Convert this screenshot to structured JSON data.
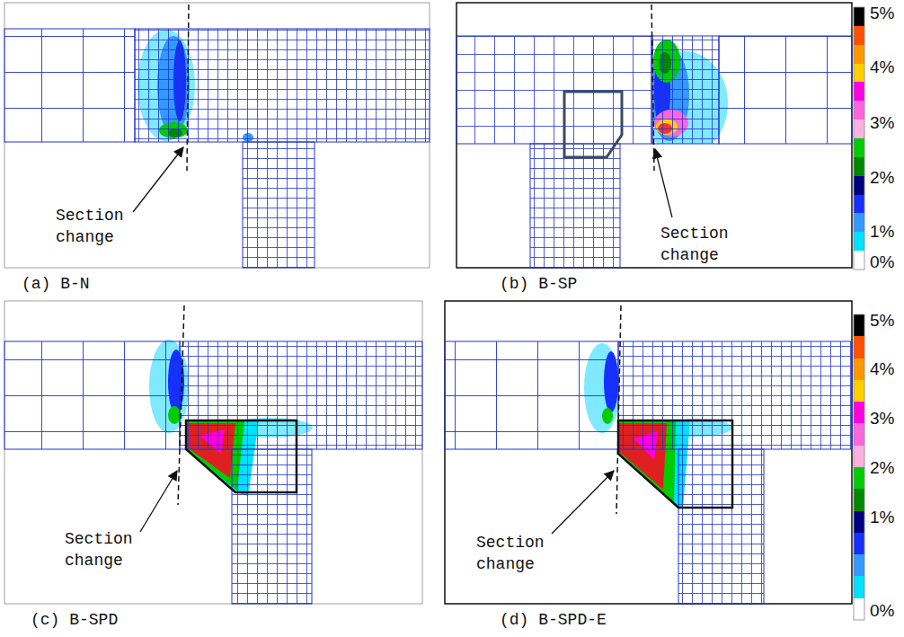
{
  "diagram": {
    "labels": [
      "Section change",
      "(a) B-N",
      "Section change",
      "(b) B-SP",
      "5%",
      "4%",
      "3%",
      "2%",
      "1%",
      "0%",
      "Section change",
      "(c) B-SPD",
      "Section change",
      "(d) B-SPD-E",
      "5%",
      "4%",
      "3%",
      "2%",
      "1%",
      "0%"
    ]
  }
}
